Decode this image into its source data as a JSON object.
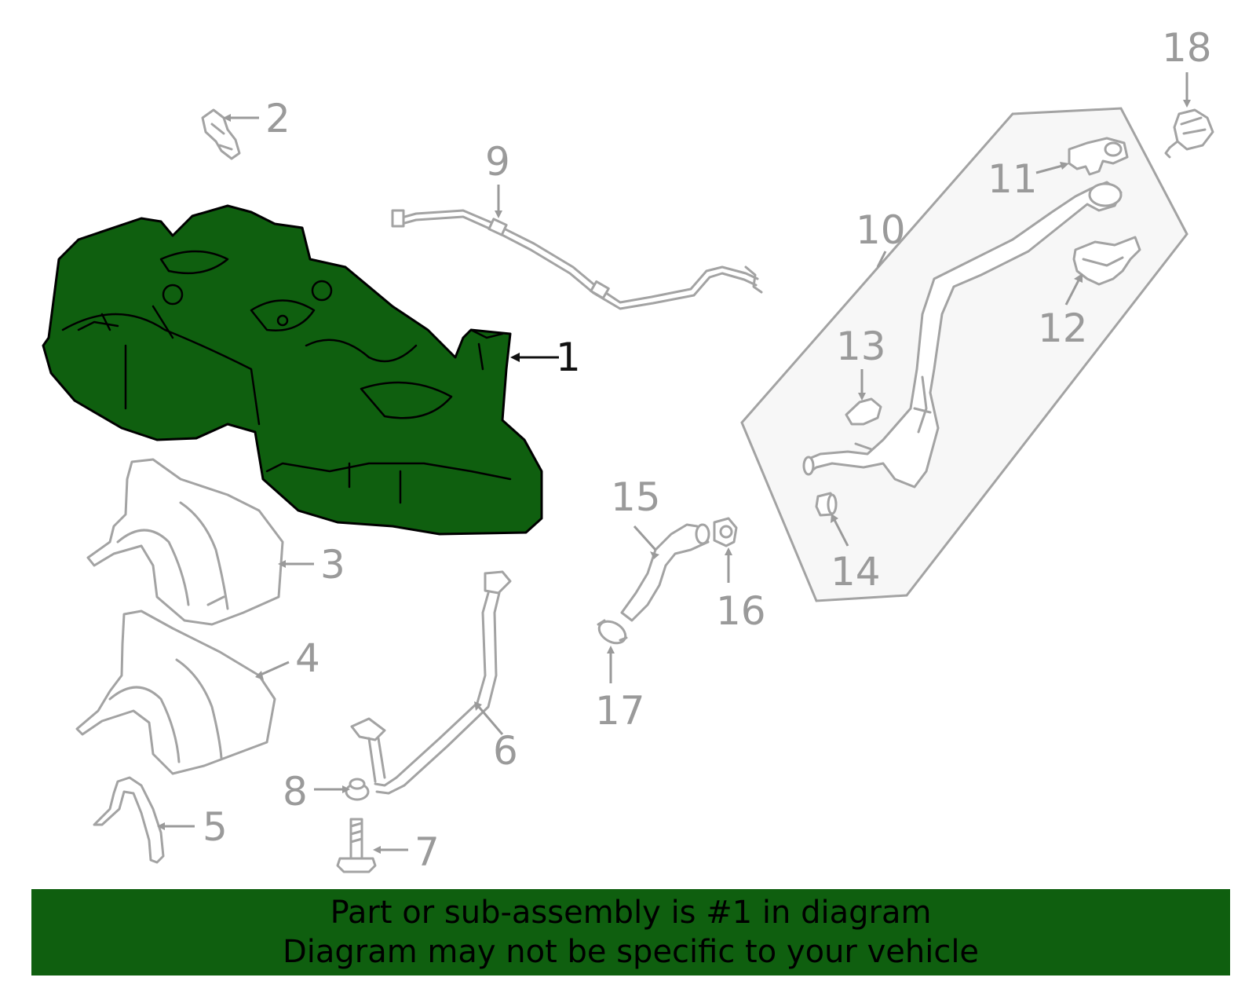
{
  "diagram": {
    "highlight_color": "#0f5f0f",
    "callouts": [
      {
        "id": "1",
        "label": "1",
        "highlighted": true
      },
      {
        "id": "2",
        "label": "2"
      },
      {
        "id": "3",
        "label": "3"
      },
      {
        "id": "4",
        "label": "4"
      },
      {
        "id": "5",
        "label": "5"
      },
      {
        "id": "6",
        "label": "6"
      },
      {
        "id": "7",
        "label": "7"
      },
      {
        "id": "8",
        "label": "8"
      },
      {
        "id": "9",
        "label": "9"
      },
      {
        "id": "10",
        "label": "10"
      },
      {
        "id": "11",
        "label": "11"
      },
      {
        "id": "12",
        "label": "12"
      },
      {
        "id": "13",
        "label": "13"
      },
      {
        "id": "14",
        "label": "14"
      },
      {
        "id": "15",
        "label": "15"
      },
      {
        "id": "16",
        "label": "16"
      },
      {
        "id": "17",
        "label": "17"
      },
      {
        "id": "18",
        "label": "18"
      }
    ]
  },
  "banner": {
    "line1": "Part or sub-assembly is #1 in diagram",
    "line2": "Diagram may not be specific to your vehicle"
  }
}
